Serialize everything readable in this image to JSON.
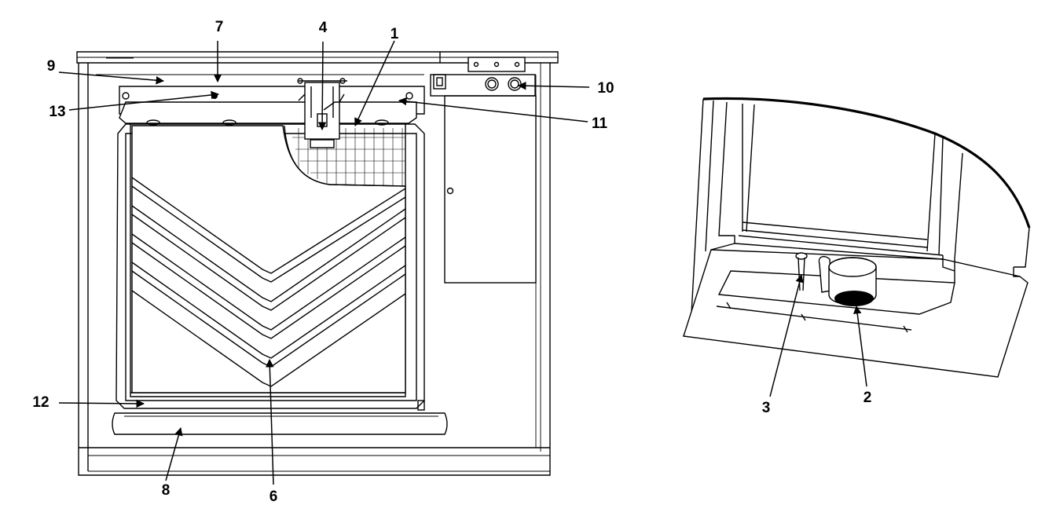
{
  "figure": {
    "front_view": {
      "callouts": [
        {
          "id": "callout-1",
          "label": "1"
        },
        {
          "id": "callout-4",
          "label": "4"
        },
        {
          "id": "callout-6",
          "label": "6"
        },
        {
          "id": "callout-7",
          "label": "7"
        },
        {
          "id": "callout-8",
          "label": "8"
        },
        {
          "id": "callout-9",
          "label": "9"
        },
        {
          "id": "callout-10",
          "label": "10"
        },
        {
          "id": "callout-11",
          "label": "11"
        },
        {
          "id": "callout-12",
          "label": "12"
        },
        {
          "id": "callout-13",
          "label": "13"
        }
      ]
    },
    "underside_view": {
      "callouts": [
        {
          "id": "callout-2",
          "label": "2"
        },
        {
          "id": "callout-3",
          "label": "3"
        }
      ]
    }
  }
}
